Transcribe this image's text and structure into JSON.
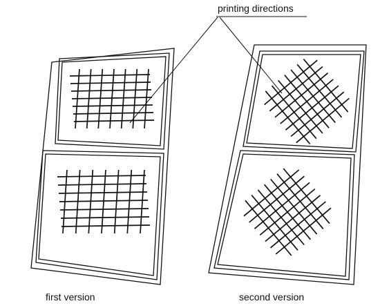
{
  "diagram": {
    "callout": "printing directions",
    "captions": {
      "first": "first version",
      "second": "second version"
    },
    "colors": {
      "line": "#111111",
      "background": "#ffffff"
    }
  }
}
